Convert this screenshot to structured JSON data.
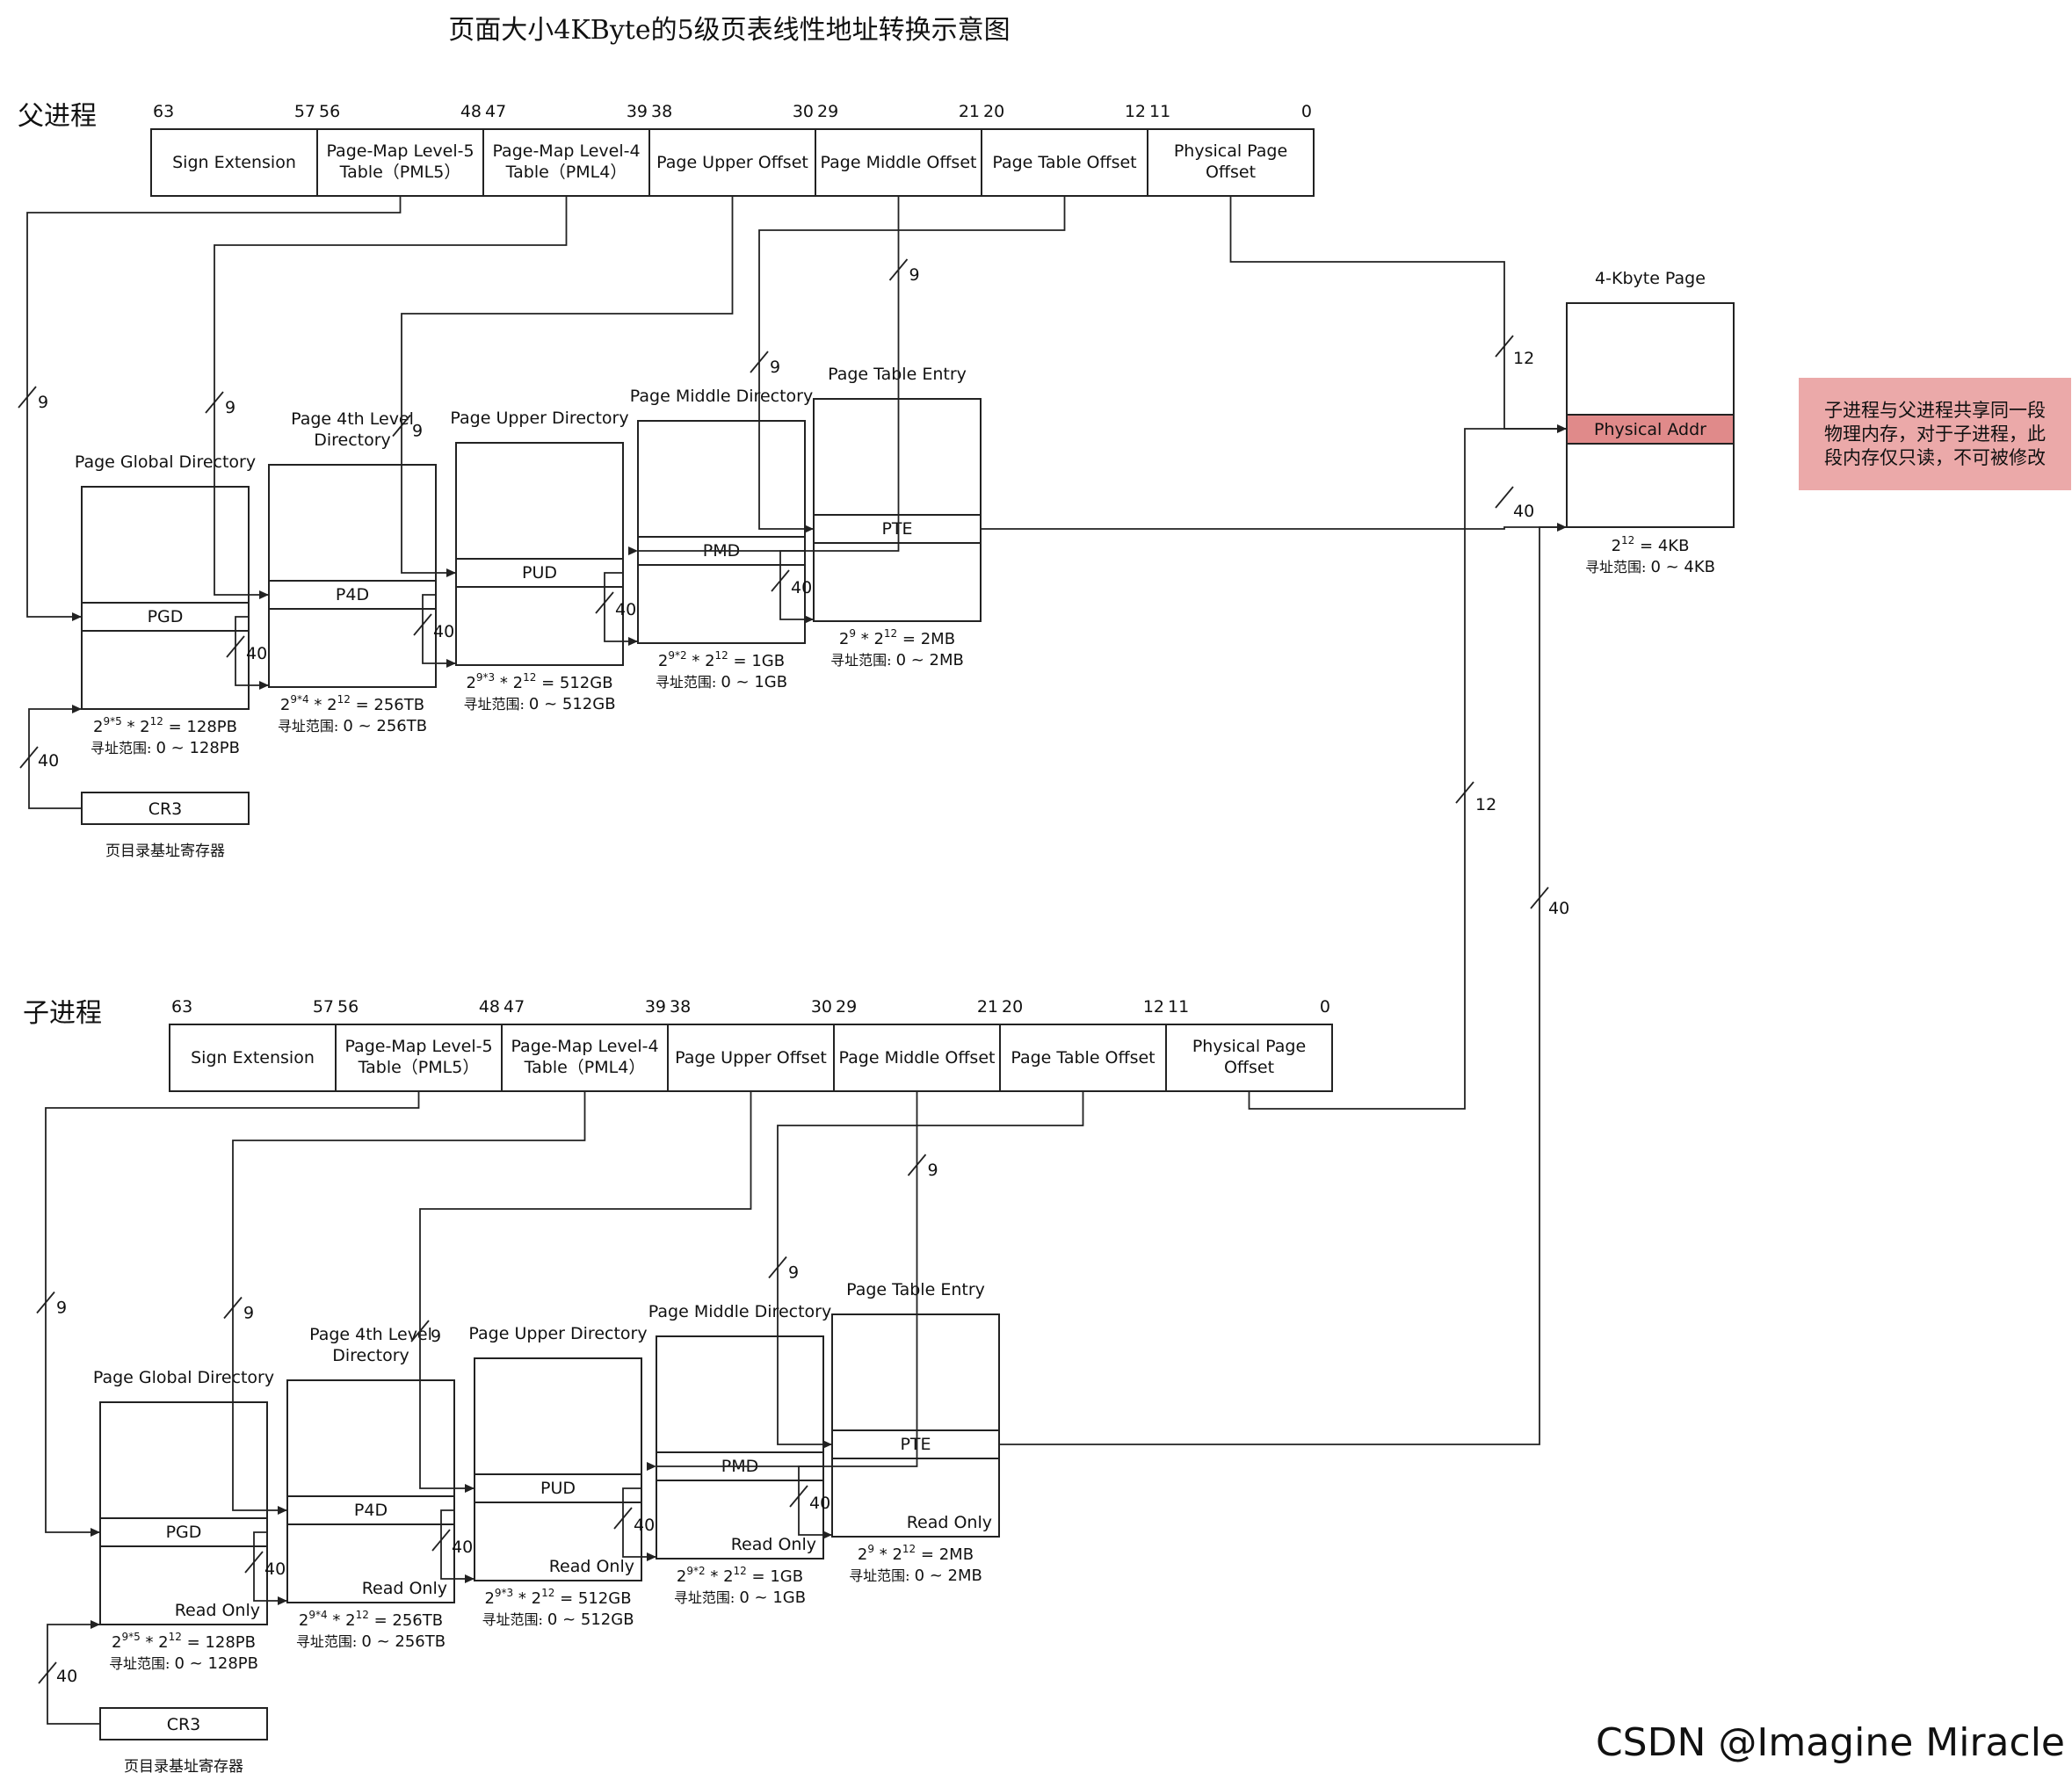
{
  "title": "页面大小4KByte的5级页表线性地址转换示意图",
  "parent_label": "父进程",
  "child_label": "子进程",
  "bit_numbers": [
    "63",
    "57",
    "56",
    "48",
    "47",
    "39",
    "38",
    "30",
    "29",
    "21",
    "20",
    "12",
    "11",
    "0"
  ],
  "fields": [
    [
      "Sign Extension"
    ],
    [
      "Page-Map Level-5",
      "Table（PML5）"
    ],
    [
      "Page-Map Level-4",
      "Table（PML4）"
    ],
    [
      "Page Upper Offset"
    ],
    [
      "Page Middle Offset"
    ],
    [
      "Page Table Offset"
    ],
    [
      "Physical Page",
      "Offset"
    ]
  ],
  "tables": [
    {
      "title": [
        "Page Global Directory"
      ],
      "entry": "PGD",
      "size": [
        "2",
        "9*5",
        " * 2",
        "12",
        " = 128PB"
      ],
      "range": [
        "寻址范围: ",
        "0 ~ 128PB"
      ]
    },
    {
      "title": [
        "Page 4th Level",
        "Directory"
      ],
      "entry": "P4D",
      "size": [
        "2",
        "9*4",
        " * 2",
        "12",
        " = 256TB"
      ],
      "range": [
        "寻址范围: ",
        "0 ~ 256TB"
      ]
    },
    {
      "title": [
        "Page Upper Directory"
      ],
      "entry": "PUD",
      "size": [
        "2",
        "9*3",
        " * 2",
        "12",
        " = 512GB"
      ],
      "range": [
        "寻址范围: ",
        "0 ~ 512GB"
      ]
    },
    {
      "title": [
        "Page Middle Directory"
      ],
      "entry": "PMD",
      "size": [
        "2",
        "9*2",
        " * 2",
        "12",
        " = 1GB"
      ],
      "range": [
        "寻址范围: ",
        "0 ~ 1GB"
      ]
    },
    {
      "title": [
        "Page Table Entry"
      ],
      "entry": "PTE",
      "size": [
        "2",
        "9",
        " * 2",
        "12",
        " = 2MB"
      ],
      "range": [
        "寻址范围: ",
        "0 ~ 2MB"
      ]
    }
  ],
  "cr3": "CR3",
  "cr3_caption": "页目录基址寄存器",
  "read_only": "Read Only",
  "page": {
    "title": "4-Kbyte Page",
    "entry": "Physical Addr",
    "size": [
      "2",
      "12",
      " = 4KB"
    ],
    "range": [
      "寻址范围: ",
      "0 ~ 4KB"
    ]
  },
  "bits": {
    "nine": "9",
    "forty": "40",
    "twelve": "12"
  },
  "note": [
    "子进程与父进程共享同一段",
    "物理内存，对于子进程，此",
    "段内存仅只读，不可被修改"
  ],
  "watermark": "CSDN @Imagine Miracle",
  "colors": {
    "entry_highlight": "#e08a8a",
    "note_bg": "#eba9a9",
    "line": "#222222",
    "watermark": "#bbbbbb"
  }
}
